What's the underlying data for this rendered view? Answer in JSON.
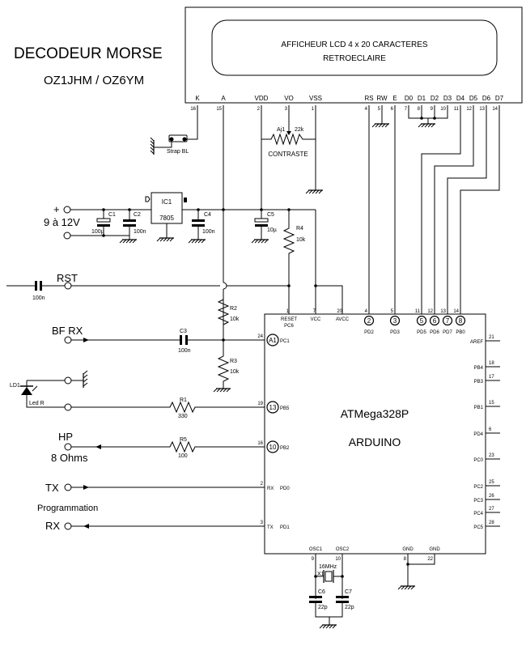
{
  "title": "DECODEUR MORSE",
  "callsign": "OZ1JHM / OZ6YM",
  "lcd": {
    "line1": "AFFICHEUR LCD 4 x 20 CARACTERES",
    "line2": "RETROECLAIRE",
    "pins": [
      {
        "name": "K",
        "num": "16"
      },
      {
        "name": "A",
        "num": "15"
      },
      {
        "name": "VDD",
        "num": "2"
      },
      {
        "name": "VO",
        "num": "3"
      },
      {
        "name": "VSS",
        "num": "1"
      },
      {
        "name": "RS",
        "num": "4"
      },
      {
        "name": "RW",
        "num": "5"
      },
      {
        "name": "E",
        "num": "6"
      },
      {
        "name": "D0",
        "num": "7"
      },
      {
        "name": "D1",
        "num": "8"
      },
      {
        "name": "D2",
        "num": "9"
      },
      {
        "name": "D3",
        "num": "10"
      },
      {
        "name": "D4",
        "num": "11"
      },
      {
        "name": "D5",
        "num": "12"
      },
      {
        "name": "D6",
        "num": "13"
      },
      {
        "name": "D7",
        "num": "14"
      }
    ]
  },
  "strap": "Strap BL",
  "trimmer": {
    "ref": "Aj1",
    "value": "22k",
    "label": "CONTRASTE"
  },
  "supply": {
    "plus": "+",
    "voltage": "9 à 12V"
  },
  "regulator": {
    "ref": "IC1",
    "part": "7805"
  },
  "caps": {
    "c1": {
      "ref": "C1",
      "value": "100µ"
    },
    "c2": {
      "ref": "C2",
      "value": "100n"
    },
    "c3": {
      "ref": "C3",
      "value": "100n"
    },
    "c4": {
      "ref": "C4",
      "value": "100n"
    },
    "c5": {
      "ref": "C5",
      "value": "10µ"
    },
    "c6": {
      "ref": "C6",
      "value": "22p"
    },
    "c7": {
      "ref": "C7",
      "value": "22p"
    },
    "crst": {
      "value": "100n"
    }
  },
  "resistors": {
    "r1": {
      "ref": "R1",
      "value": "330"
    },
    "r2": {
      "ref": "R2",
      "value": "10k"
    },
    "r3": {
      "ref": "R3",
      "value": "10k"
    },
    "r4": {
      "ref": "R4",
      "value": "10k"
    },
    "r5": {
      "ref": "R5",
      "value": "100"
    }
  },
  "crystal": {
    "ref": "X1",
    "value": "16MHz"
  },
  "led": {
    "ref": "LD1",
    "label": "Led R"
  },
  "io": {
    "rst": "RST",
    "bfrx": "BF RX",
    "hp": "HP",
    "hp_imp": "8 Ohms",
    "tx": "TX",
    "prog": "Programmation",
    "rx": "RX"
  },
  "mcu": {
    "name": "ATMega328P",
    "alias": "ARDUINO",
    "top_pins": [
      {
        "num": "1",
        "name": "RESET"
      },
      {
        "num": "7",
        "name": "VCC"
      },
      {
        "num": "20",
        "name": "AVCC"
      }
    ],
    "reset_sub": "PC6",
    "data_pins": [
      {
        "num": "4",
        "name": "PD2",
        "circle": "2"
      },
      {
        "num": "5",
        "name": "PD3",
        "circle": "3"
      },
      {
        "num": "11",
        "name": "PD5",
        "circle": "5"
      },
      {
        "num": "12",
        "name": "PD6",
        "circle": "6"
      },
      {
        "num": "13",
        "name": "PD7",
        "circle": "7"
      },
      {
        "num": "14",
        "name": "PB0",
        "circle": "8"
      }
    ],
    "left_pins": [
      {
        "num": "24",
        "name": "PC1",
        "circle": "A1"
      },
      {
        "num": "19",
        "name": "PB5",
        "circle": "13"
      },
      {
        "num": "16",
        "name": "PB2",
        "circle": "10"
      },
      {
        "num": "2",
        "name": "PD0",
        "inner": "RX"
      },
      {
        "num": "3",
        "name": "PD1",
        "inner": "TX"
      }
    ],
    "right_pins": [
      {
        "num": "21",
        "name": "AREF"
      },
      {
        "num": "18",
        "name": "PB4"
      },
      {
        "num": "17",
        "name": "PB3"
      },
      {
        "num": "15",
        "name": "PB1"
      },
      {
        "num": "6",
        "name": "PD4"
      },
      {
        "num": "23",
        "name": "PC0"
      },
      {
        "num": "25",
        "name": "PC2"
      },
      {
        "num": "26",
        "name": "PC3"
      },
      {
        "num": "27",
        "name": "PC4"
      },
      {
        "num": "28",
        "name": "PC5"
      }
    ],
    "bottom_pins": [
      {
        "num": "9",
        "name": "OSC1"
      },
      {
        "num": "10",
        "name": "OSC2"
      },
      {
        "num": "8",
        "name": "GND"
      },
      {
        "num": "22",
        "name": "GND"
      }
    ]
  }
}
